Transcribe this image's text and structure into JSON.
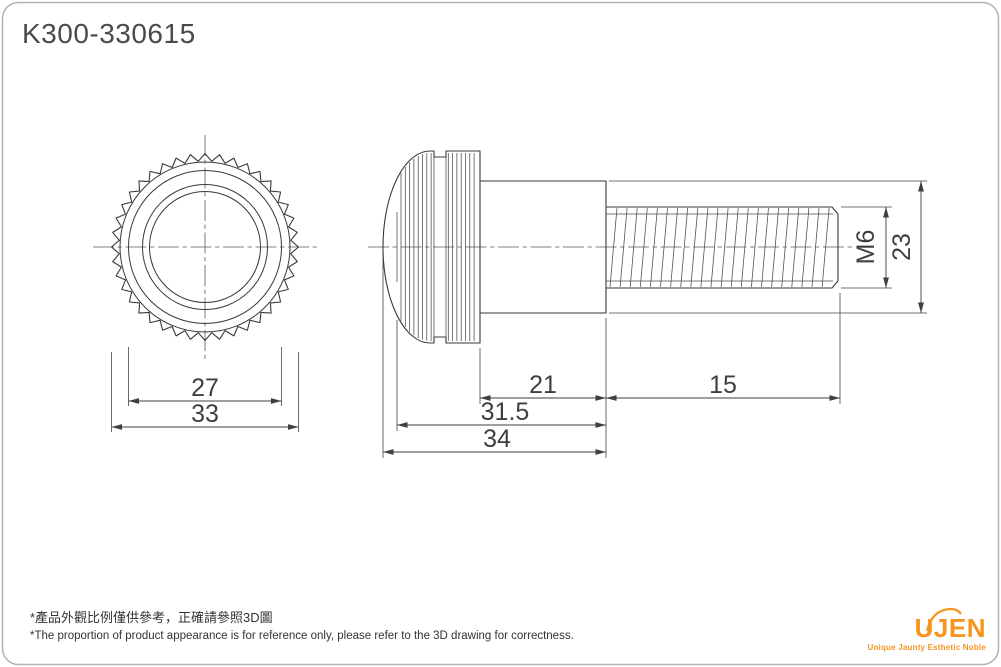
{
  "page": {
    "part_number": "K300-330615"
  },
  "dimensions": {
    "knob_inner_diameter": "27",
    "knob_outer_diameter": "33",
    "collar_length": "21",
    "thread_length": "15",
    "body_length": "31.5",
    "total_length": "34",
    "thread_spec": "M6",
    "collar_diameter": "23"
  },
  "footer": {
    "note_zh": "*產品外觀比例僅供參考，正確請參照3D圖",
    "note_en": "*The proportion of product appearance is for reference only, please refer to the 3D drawing for correctness."
  },
  "logo": {
    "name": "UJEN",
    "tagline": "Unique Jaunty Esthetic Noble",
    "color": "#F7941E"
  }
}
